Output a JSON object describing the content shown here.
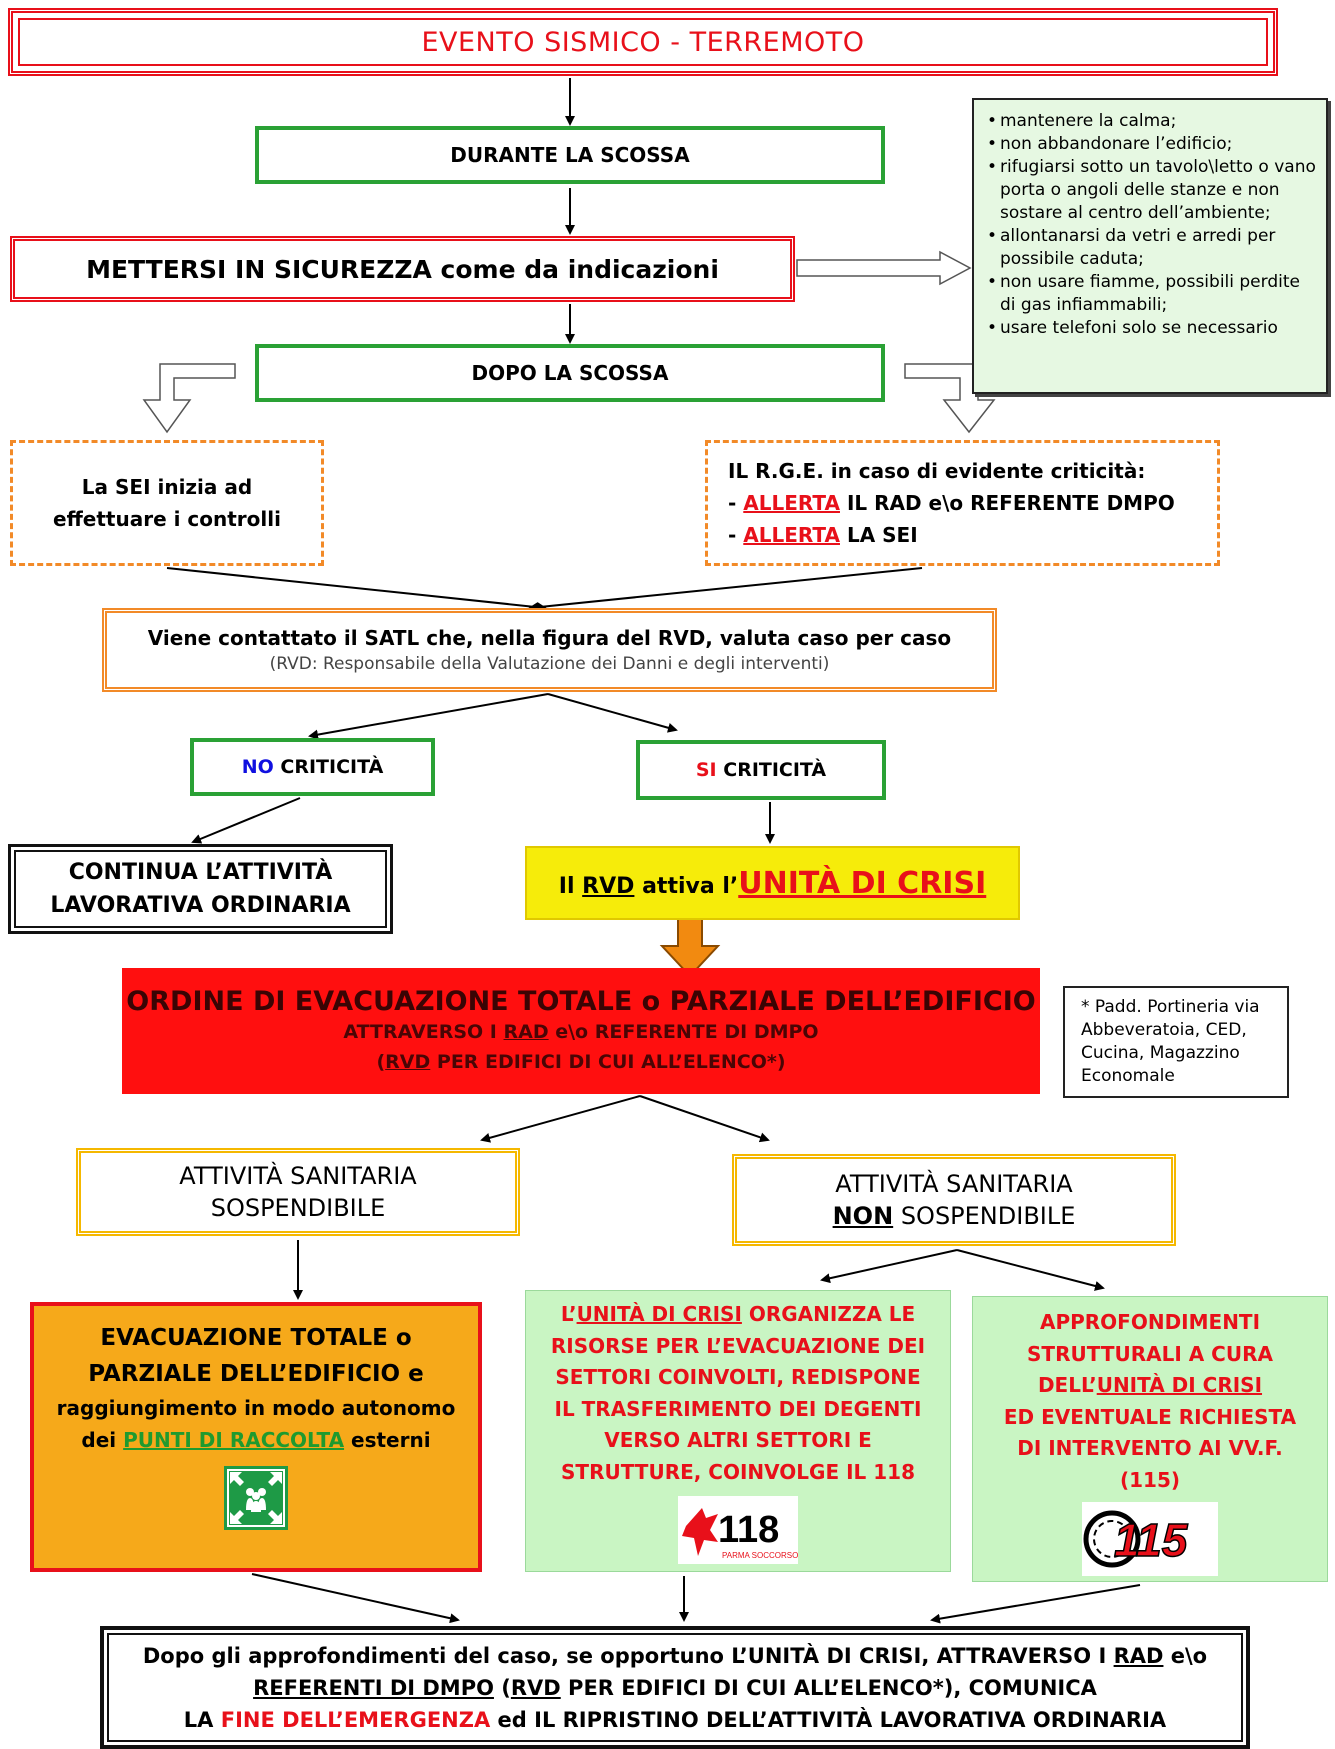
{
  "title": "EVENTO SISMICO - TERREMOTO",
  "durante": "DURANTE LA SCOSSA",
  "sicurezza": "METTERSI IN SICUREZZA come da indicazioni",
  "dopo": "DOPO LA SCOSSA",
  "tips": [
    "mantenere la calma;",
    "non abbandonare l’edificio;",
    "rifugiarsi sotto un tavolo\\letto o vano porta o angoli delle stanze e non sostare al centro dell’ambiente;",
    "allontanarsi da vetri e arredi per possibile caduta;",
    "non usare fiamme, possibili perdite di gas infiammabili;",
    "usare telefoni solo se necessario"
  ],
  "sei": {
    "line1": "La SEI inizia ad",
    "line2": "effettuare i controlli"
  },
  "rge": {
    "line1": "IL R.G.E. in caso di evidente criticità:",
    "dash": "-",
    "allerta": "ALLERTA",
    "line2_rest": "IL RAD e\\o REFERENTE DMPO",
    "line3_rest": "LA SEI"
  },
  "satl": {
    "line1": "Viene contattato il SATL che, nella figura del RVD, valuta caso per caso",
    "line2": "(RVD: Responsabile della Valutazione dei Danni e degli interventi)"
  },
  "no_crit": {
    "prefix": "NO",
    "word": "CRITICITÀ"
  },
  "si_crit": {
    "prefix": "SI",
    "word": "CRITICITÀ"
  },
  "continua": {
    "line1": "CONTINUA L’ATTIVITÀ",
    "line2": "LAVORATIVA ORDINARIA"
  },
  "unita": {
    "il": "Il",
    "rvd": "RVD",
    "attiva": "attiva l’",
    "big": "UNITÀ DI CRISI"
  },
  "ordine": {
    "line1": "ORDINE DI EVACUAZIONE TOTALE o PARZIALE DELL’EDIFICIO",
    "line2_a": "ATTRAVERSO I",
    "rad": "RAD",
    "line2_b": "e\\o REFERENTE DI DMPO",
    "line3_a": "(",
    "rvd": "RVD",
    "line3_b": "PER EDIFICI DI CUI ALL’ELENCO*)"
  },
  "note": [
    "* Padd. Portineria via",
    "Abbeveratoia, CED,",
    "Cucina, Magazzino",
    "Economale"
  ],
  "sosp": {
    "line1": "ATTIVITÀ SANITARIA",
    "line2": "SOSPENDIBILE"
  },
  "nonsosp": {
    "line1": "ATTIVITÀ SANITARIA",
    "non": "NON",
    "line2_rest": "SOSPENDIBILE"
  },
  "evac": {
    "line1": "EVACUAZIONE TOTALE o",
    "line2": "PARZIALE DELL’EDIFICIO e",
    "line3": "raggiungimento in modo autonomo",
    "line4_a": "dei",
    "punti": "PUNTI DI RACCOLTA",
    "line4_b": "esterni"
  },
  "organizza": {
    "l1_a": "L’",
    "unita": "UNITÀ DI CRISI",
    "l1_b": "ORGANIZZA LE",
    "l2": "RISORSE PER L’EVACUAZIONE DEI",
    "l3": "SETTORI COINVOLTI, REDISPONE",
    "l4": "IL TRASFERIMENTO DEI DEGENTI",
    "l5": "VERSO ALTRI  SETTORI E",
    "l6": "STRUTTURE, COINVOLGE IL 118"
  },
  "logo118": {
    "number": "118",
    "caption": "PARMA SOCCORSO"
  },
  "approf": {
    "l1": "APPROFONDIMENTI",
    "l2": "STRUTTURALI A CURA",
    "l3_a": "DELL’",
    "unita": "UNITÀ DI CRISI",
    "l4": "ED EVENTUALE RICHIESTA",
    "l5": "DI INTERVENTO AI VV.F.",
    "l6": "(115)"
  },
  "logo115": {
    "number": "115"
  },
  "fine": {
    "l1_a": "Dopo gli approfondimenti del caso, se opportuno L’UNITÀ DI CRISI, ATTRAVERSO I",
    "rad": "RAD",
    "l1_b": "e\\o",
    "referenti": "REFERENTI DI DMPO",
    "l2_a": "(",
    "rvd": "RVD",
    "l2_b": "PER EDIFICI DI CUI ALL’ELENCO*), COMUNICA",
    "l3_a": "LA",
    "fine_emergenza": "FINE DELL’EMERGENZA",
    "l3_b": "ed IL RIPRISTINO DELL’ATTIVITÀ LAVORATIVA ORDINARIA"
  },
  "colors": {
    "red": "#e8101a",
    "green_border": "#2aa135",
    "orange_border": "#f28a28",
    "yellow_fill": "#f6ec0a",
    "order_fill": "#ff0f0f",
    "light_green": "#c9f5c3",
    "orange_fill": "#f6a91a",
    "tips_fill": "#e6f8e2"
  }
}
